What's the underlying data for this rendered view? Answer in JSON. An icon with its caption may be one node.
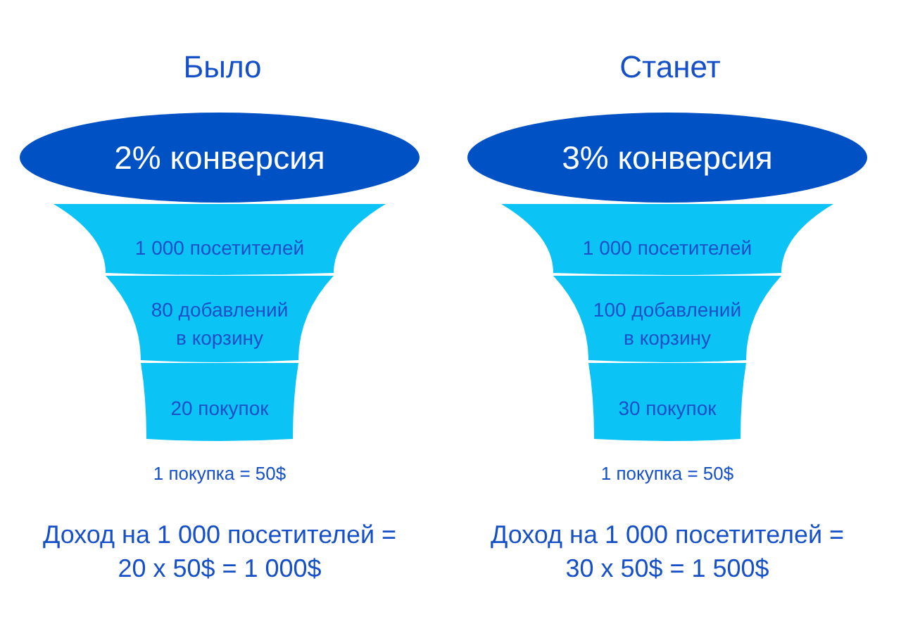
{
  "diagram": {
    "nodes": [
      {
        "text": [
          "2% конверсия"
        ]
      },
      {
        "text": [
          "1 000 посетителей"
        ]
      },
      {
        "text": [
          "80 добавлений в корзину"
        ]
      },
      {
        "text": [
          "20 покупок"
        ]
      },
      {
        "text": [
          "3% конверсия"
        ]
      },
      {
        "text": [
          "1 000 посетителей"
        ]
      },
      {
        "text": [
          "100 добавлений в корзину"
        ]
      },
      {
        "text": [
          "30 покупок"
        ]
      }
    ],
    "labels": [
      "Было",
      "Станет",
      "1 покупка = 50$",
      "1 покупка = 50$",
      "Доход на 1 000 посетителей = 20 x 50$ = 1 000$",
      "Доход на 1 000 посетителей = 30 x 50$ = 1 500$"
    ]
  }
}
